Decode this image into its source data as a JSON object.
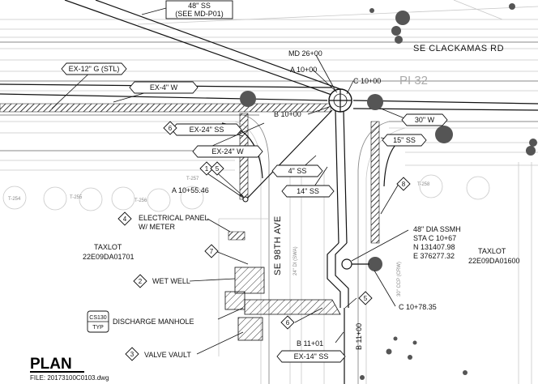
{
  "title": "PLAN",
  "file": "FILE: 20173100C0103.dwg",
  "street_clackamas": "SE CLACKAMAS RD",
  "street_98th": "SE 98TH AVE",
  "gray_label": "PI 32",
  "taxlot_left": {
    "line1": "TAXLOT",
    "line2": "22E09DA01701"
  },
  "taxlot_right": {
    "line1": "TAXLOT",
    "line2": "22E09DA01600"
  },
  "labels": {
    "ss48_line1": "48\" SS",
    "ss48_line2": "(SEE MD-P01)",
    "ex12g": "EX-12\" G (STL)",
    "ex4w": "EX-4\" W",
    "ex24ss": "EX-24\" SS",
    "ex24w": "EX-24\" W",
    "ss4": "4\" SS",
    "ss14": "14\" SS",
    "w30": "30\" W",
    "ss15": "15\" SS",
    "ex14ss": "EX-14\" SS",
    "md": "MD 26+00",
    "a1000": "A 10+00",
    "c1000": "C 10+00",
    "b1000": "B 10+00",
    "a1055": "A 10+55.46",
    "c1078": "C 10+78.35",
    "b1101": "B 11+01",
    "b1100": "B 11+00",
    "manhole_1": "48\" DIA SSMH",
    "manhole_2": "STA C 10+67",
    "manhole_3": "N 131407.98",
    "manhole_4": "E 376277.32",
    "wet_well": "WET WELL",
    "discharge": "DISCHARGE MANHOLE",
    "valve_vault": "VALVE VAULT",
    "elec_1": "ELECTRICAL PANEL",
    "elec_2": "W/ METER",
    "cs130": "CS130",
    "typ": "TYP",
    "di_pipe": "24\" DI (SWA)",
    "ccp_pipe": "30\" CCP (CRW)",
    "tree_254": "T-254",
    "tree_255": "T-255",
    "tree_256": "T-256",
    "tree_257": "T-257",
    "tree_258": "T-258"
  },
  "callouts": {
    "n1": "1",
    "n2": "2",
    "n3": "3",
    "n4": "4",
    "n5": "5",
    "n6": "6",
    "n7": "7",
    "n8": "8",
    "n5b": "5",
    "n6b": "6"
  },
  "colors": {
    "ink": "#111111",
    "light_line": "#c8c8c8",
    "gray_fill": "#555555"
  }
}
